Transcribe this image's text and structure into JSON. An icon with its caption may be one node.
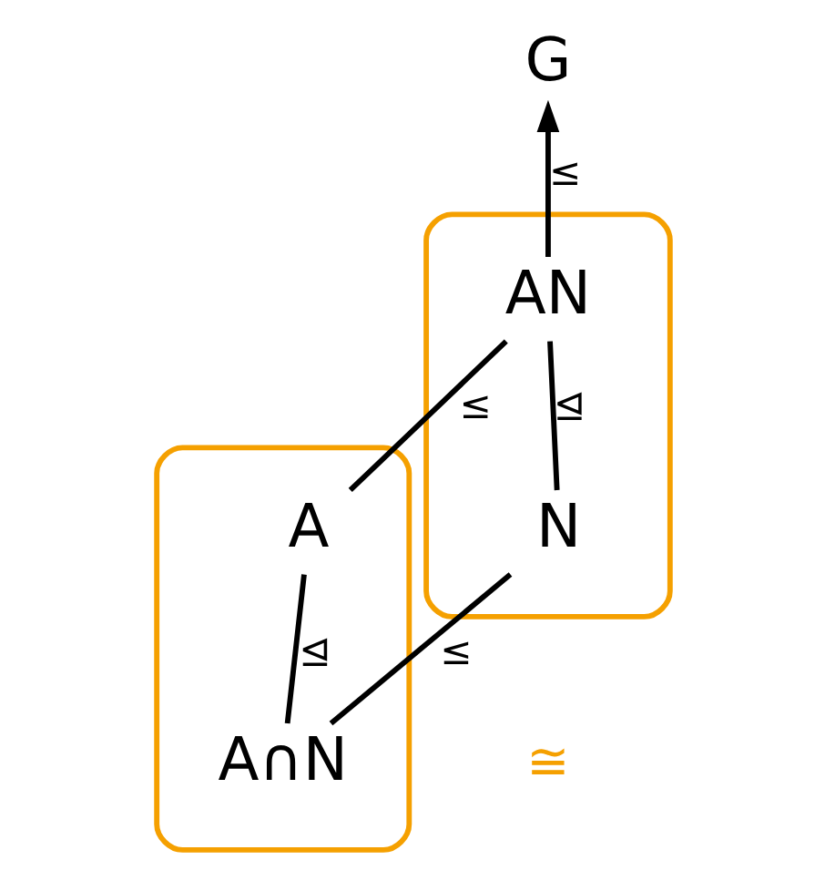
{
  "diagram": {
    "nodes": [
      {
        "text": [
          "G"
        ]
      },
      {
        "text": [],
        "shape": "ellipse"
      },
      {
        "text": [
          "AN"
        ],
        "in": 1
      },
      {
        "text": [
          "N"
        ],
        "in": 1
      },
      {
        "text": [],
        "shape": "ellipse"
      },
      {
        "text": [
          "A"
        ],
        "in": 4
      },
      {
        "text": [
          "A∩N"
        ],
        "in": 4
      }
    ],
    "edges": [
      {
        "from": 2,
        "to": 0,
        "arrow": "to",
        "label": "≤"
      },
      {
        "from": 5,
        "to": 2,
        "arrow": "none",
        "label": "≤"
      },
      {
        "from": 3,
        "to": 2,
        "arrow": "none",
        "label": "⊴"
      },
      {
        "from": 6,
        "to": 5,
        "arrow": "none",
        "label": "⊴"
      },
      {
        "from": 6,
        "to": 3,
        "arrow": "none",
        "label": "≤"
      }
    ],
    "labels": [
      "≅"
    ]
  }
}
